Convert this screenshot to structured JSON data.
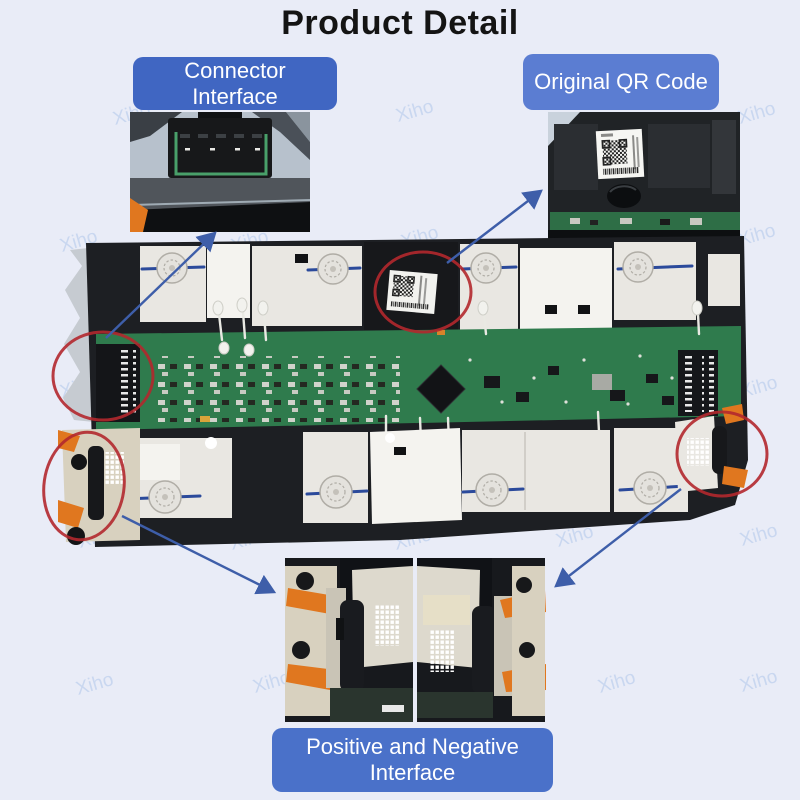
{
  "title": "Product Detail",
  "callouts": {
    "connector": {
      "text": "Connector Interface",
      "bg": "#4066c2"
    },
    "qr_code": {
      "text": "Original QR Code",
      "bg": "#5b7dd2"
    },
    "pos_neg": {
      "text": "Positive and Negative Interface",
      "bg": "#4a71c9"
    }
  },
  "watermark": {
    "text": "Xiho",
    "color": "#a9c2e8"
  },
  "colors": {
    "background": "#e9ecf7",
    "title_text": "#141414",
    "callout_text": "#ffffff",
    "arrow": "#3e5ea9",
    "highlight_ring": "#b3282d",
    "pcb_green": "#2f7b4d",
    "plate_silver": "#e9e7e2",
    "module_black": "#1d1f23",
    "clip_orange": "#e0771f"
  }
}
